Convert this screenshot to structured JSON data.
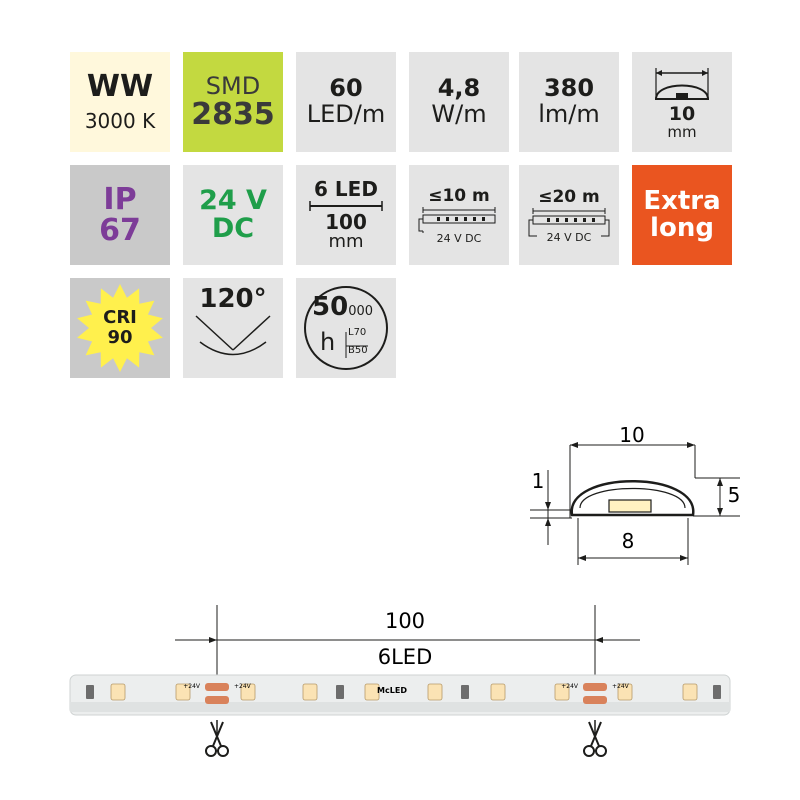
{
  "colors": {
    "ww_bg": "#fff8dc",
    "smd_bg": "#c3d940",
    "grey_tile": "#e4e4e4",
    "ip_bg": "#c9c9c9",
    "ip_text": "#7d3c98",
    "dc_text": "#1f9e4a",
    "extra_bg": "#ea5520",
    "cri_star": "#fff04d"
  },
  "tiles": {
    "ww": {
      "line1": "WW",
      "line2": "3000 K"
    },
    "smd": {
      "line1": "SMD",
      "line2": "2835"
    },
    "density": {
      "line1": "60",
      "line2": "LED/m"
    },
    "power": {
      "line1": "4,8",
      "line2": "W/m"
    },
    "flux": {
      "line1": "380",
      "line2": "lm/m"
    },
    "width": {
      "value": "10",
      "unit": "mm",
      "icon": "profile-icon"
    },
    "ip": {
      "line1": "IP",
      "line2": "67"
    },
    "voltage": {
      "line1": "24 V",
      "line2": "DC"
    },
    "segment": {
      "line1": "6 LED",
      "line2": "100",
      "line3": "mm"
    },
    "single_feed": {
      "length": "≤10 m",
      "voltage": "24 V DC",
      "icon": "single-feed-icon"
    },
    "double_feed": {
      "length": "≤20 m",
      "voltage": "24 V DC",
      "icon": "double-feed-icon"
    },
    "extra": {
      "line1": "Extra",
      "line2": "long"
    },
    "cri": {
      "line1": "CRI",
      "line2": "90",
      "icon": "starburst-icon"
    },
    "angle": {
      "value": "120°",
      "icon": "beam-angle-icon"
    },
    "lifetime": {
      "hours": "50",
      "thousands": "000",
      "unit": "h",
      "l": "L70",
      "b": "B50",
      "icon": "lifetime-icon"
    }
  },
  "profile_drawing": {
    "width": "10",
    "base_width": "8",
    "height": "5",
    "thickness": "1"
  },
  "strip": {
    "segment_length": "100",
    "segment_leds": "6LED",
    "pad_label": "+24V",
    "brand": "McLED"
  }
}
